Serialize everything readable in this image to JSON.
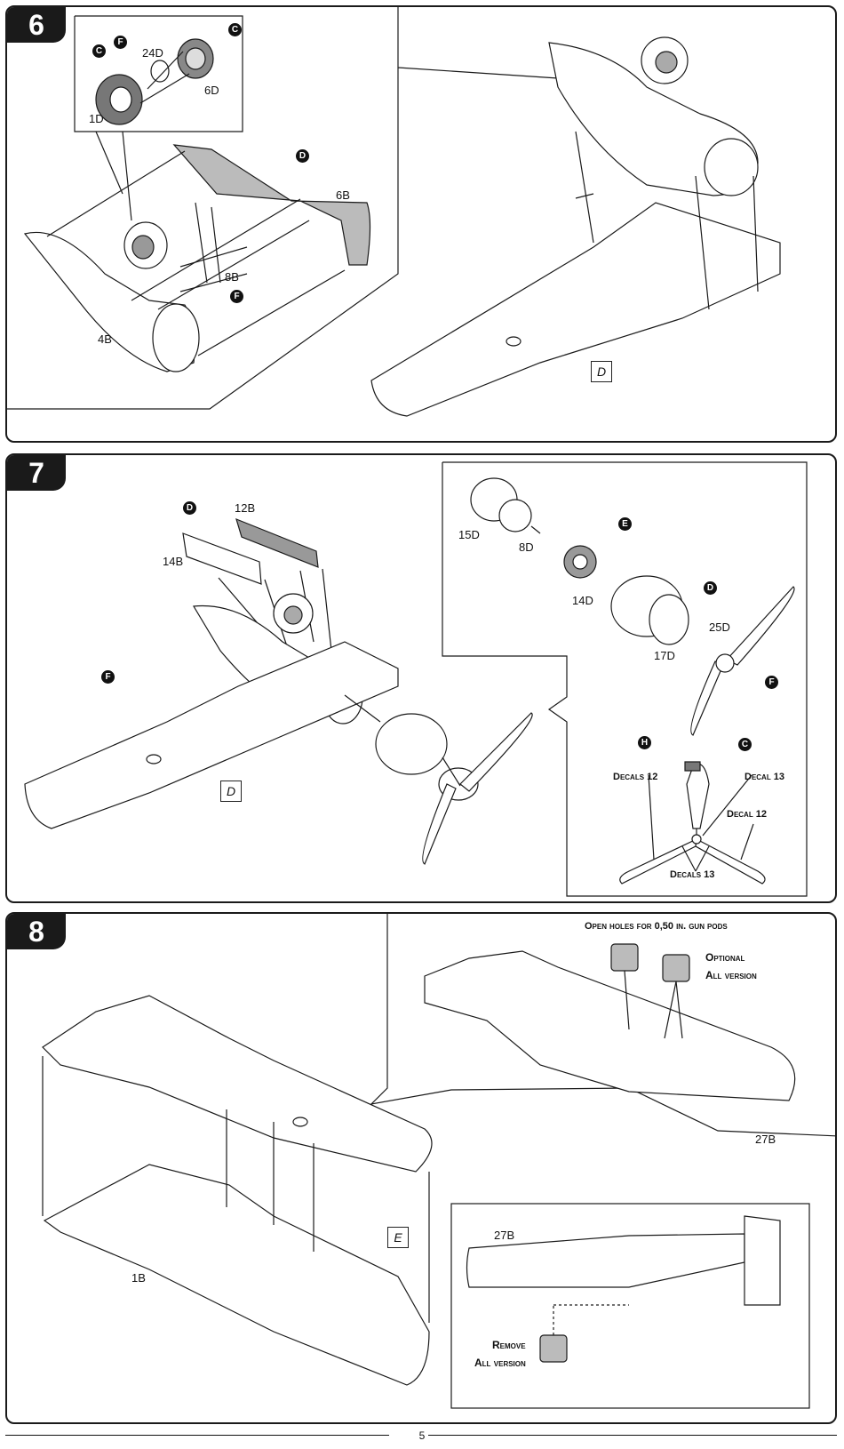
{
  "page_number": "5",
  "step6": {
    "number": "6",
    "parts": [
      "1D",
      "24D",
      "6D",
      "6B",
      "8B",
      "4B"
    ],
    "callouts": [
      "C",
      "F",
      "C",
      "D",
      "F"
    ],
    "wing_tag": "D"
  },
  "step7": {
    "number": "7",
    "parts": [
      "12B",
      "14B",
      "15D",
      "8D",
      "14D",
      "17D",
      "25D"
    ],
    "callouts": [
      "D",
      "F",
      "E",
      "D",
      "F",
      "H",
      "C"
    ],
    "wing_tag": "D",
    "decals": [
      "Decals 12",
      "Decal 13",
      "Decal 12",
      "Decals 13"
    ]
  },
  "step8": {
    "number": "8",
    "parts": [
      "27B",
      "1B",
      "27B"
    ],
    "wing_tag": "E",
    "notes": {
      "open_holes": "Open holes for 0,50 in. gun pods",
      "optional_1": "Optional",
      "optional_2": "All version",
      "remove_1": "Remove",
      "remove_2": "All version"
    }
  }
}
